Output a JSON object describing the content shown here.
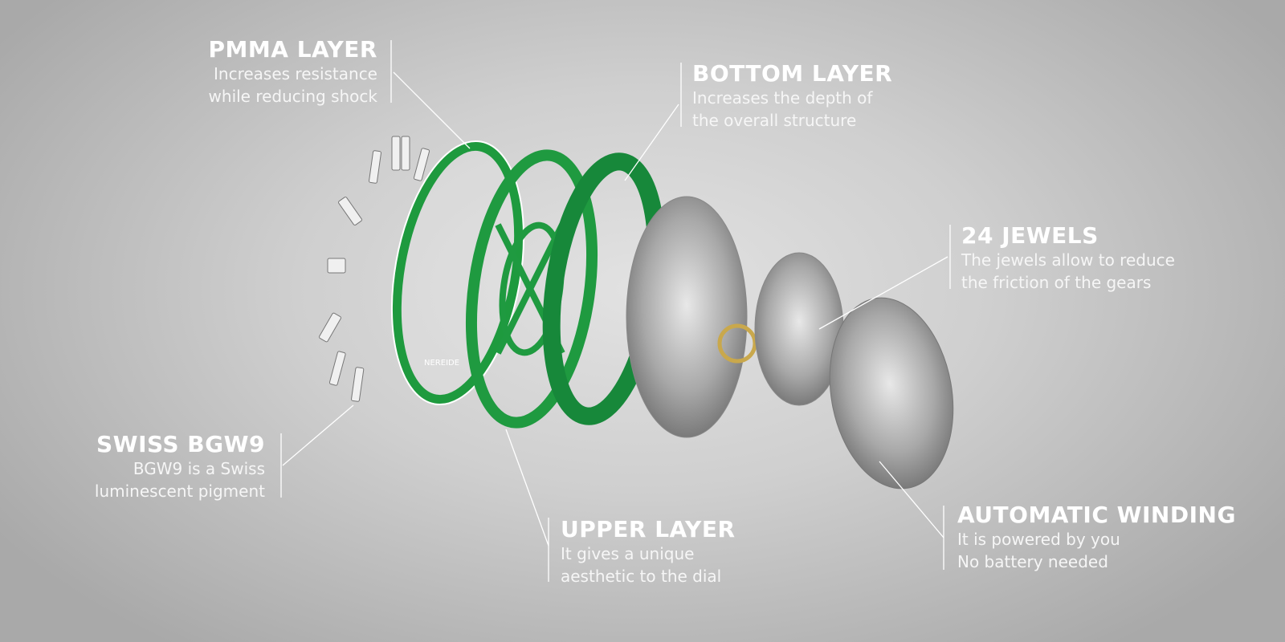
{
  "dial_logo": "NEREIDE",
  "callouts": {
    "pmma": {
      "title": "PMMA LAYER",
      "line1": "Increases resistance",
      "line2": "while reducing shock"
    },
    "bottom": {
      "title": "BOTTOM LAYER",
      "line1": "Increases the depth of",
      "line2": "the overall structure"
    },
    "jewels": {
      "title": "24 JEWELS",
      "line1": "The jewels allow to reduce",
      "line2": "the friction of the gears"
    },
    "bgw9": {
      "title": "SWISS BGW9",
      "line1": "BGW9 is a Swiss",
      "line2": "luminescent pigment"
    },
    "upper": {
      "title": "UPPER LAYER",
      "line1": "It gives a unique",
      "line2": "aesthetic to the dial"
    },
    "winding": {
      "title": "AUTOMATIC WINDING",
      "line1": "It is powered by you",
      "line2": "No battery needed"
    }
  },
  "colors": {
    "green": "#1e9a3e",
    "metal": "#b8b8b8"
  }
}
